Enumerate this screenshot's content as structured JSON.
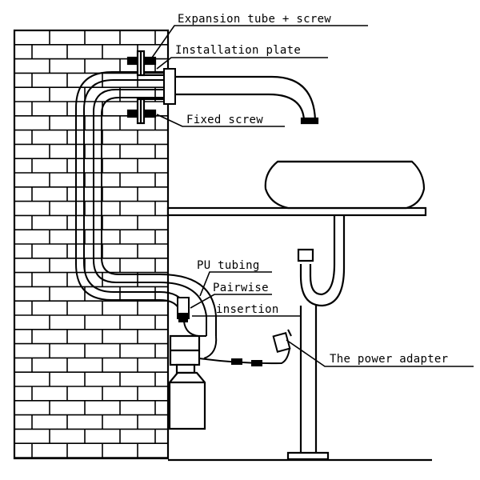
{
  "labels": {
    "expansion_tube": "Expansion tube + screw",
    "installation_plate": "Installation plate",
    "fixed_screw": "Fixed screw",
    "pu_tubing": "PU tubing",
    "pairwise": "Pairwise",
    "insertion": "insertion",
    "power_adapter": "The power adapter"
  },
  "colors": {
    "line": "#000000",
    "background": "#ffffff"
  }
}
